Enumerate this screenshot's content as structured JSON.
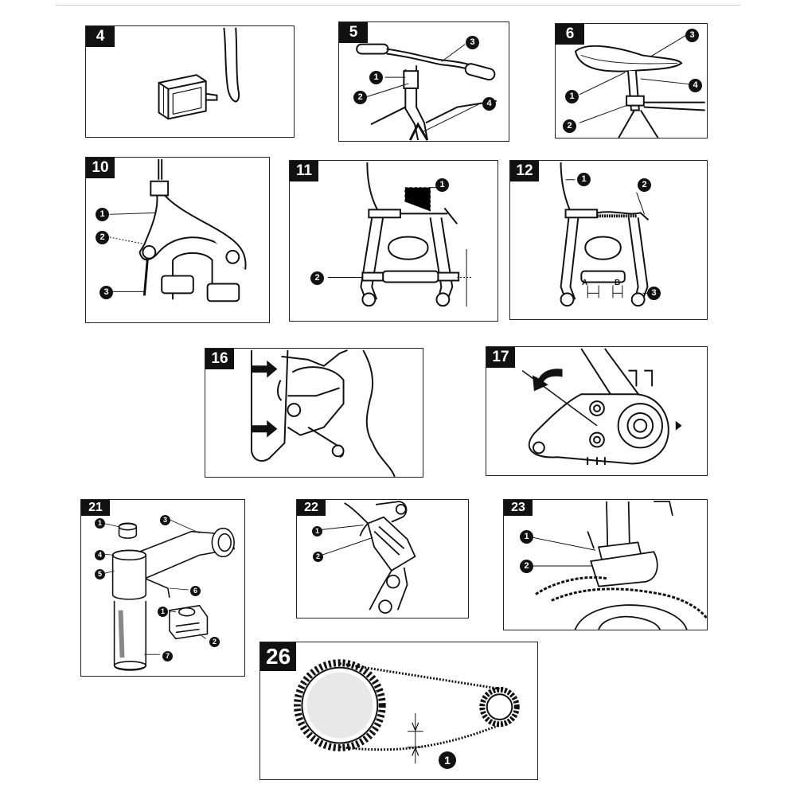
{
  "panels": {
    "p4": {
      "number": "4"
    },
    "p5": {
      "number": "5",
      "callouts": [
        "1",
        "2",
        "3",
        "4"
      ]
    },
    "p6": {
      "number": "6",
      "callouts": [
        "1",
        "2",
        "3",
        "4"
      ]
    },
    "p10": {
      "number": "10",
      "callouts": [
        "1",
        "2",
        "3"
      ]
    },
    "p11": {
      "number": "11",
      "callouts": [
        "1",
        "2"
      ]
    },
    "p12": {
      "number": "12",
      "callouts": [
        "1",
        "2",
        "3"
      ],
      "dims": [
        "A",
        "B"
      ]
    },
    "p16": {
      "number": "16"
    },
    "p17": {
      "number": "17"
    },
    "p21": {
      "number": "21",
      "callouts": [
        "1",
        "3",
        "4",
        "5",
        "6",
        "1",
        "2",
        "7"
      ]
    },
    "p22": {
      "number": "22",
      "callouts": [
        "1",
        "2"
      ]
    },
    "p23": {
      "number": "23",
      "callouts": [
        "1",
        "2"
      ]
    },
    "p26": {
      "number": "26",
      "callouts": [
        "1"
      ]
    }
  },
  "colors": {
    "ink": "#111111",
    "shade": "#888888",
    "paper": "#ffffff"
  }
}
